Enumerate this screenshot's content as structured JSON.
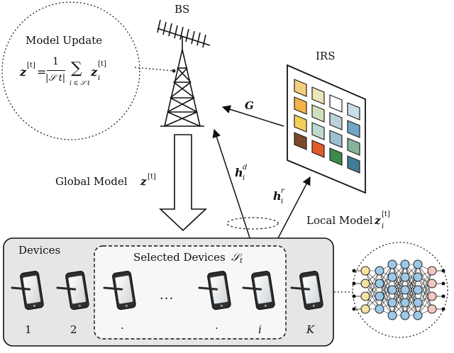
{
  "bs": {
    "label": "BS"
  },
  "irs": {
    "label": "IRS"
  },
  "model_update": {
    "title": "Model Update",
    "lhs": "z",
    "lhs_sup": "[t]",
    "eq": "=",
    "frac_num": "1",
    "frac_den": "|𝒮 t|",
    "sum": "∑",
    "sum_sub": "i ∈ 𝒮 t",
    "rhs": "z",
    "rhs_sub": "i",
    "rhs_sup": "[t]"
  },
  "global_model": {
    "text": "Global Model",
    "var": "z",
    "sup": "[t]"
  },
  "local_model": {
    "text": "Local Model",
    "var": "z",
    "sub": "i",
    "sup": "[t]"
  },
  "channels": {
    "G": "G",
    "hd": {
      "var": "h",
      "sub": "i",
      "sup": "d"
    },
    "hr": {
      "var": "h",
      "sub": "i",
      "sup": "r"
    }
  },
  "devices": {
    "title": "Devices",
    "selected_title": "Selected Devices",
    "selected_symbol": "𝒮",
    "selected_sub": "t",
    "labels": [
      "1",
      "2",
      "·",
      "···",
      "·",
      "i",
      "K"
    ]
  },
  "colors": {
    "irs_cells": [
      "#f2cf7a",
      "#ece4b8",
      "#ffffff",
      "#c9dde9",
      "#f2b34a",
      "#cfe0bd",
      "#bcd1da",
      "#6fa6c6",
      "#f2cf5a",
      "#bfd9cf",
      "#9cbfd2",
      "#86b39a",
      "#7a4a2a",
      "#e15a2a",
      "#3d8a4a",
      "#3f7c98"
    ],
    "nn_input": "#f6e3a3",
    "nn_hidden": "#9cc9e8",
    "nn_output": "#f3c7c0",
    "device_panel": "#e6e6e6"
  }
}
